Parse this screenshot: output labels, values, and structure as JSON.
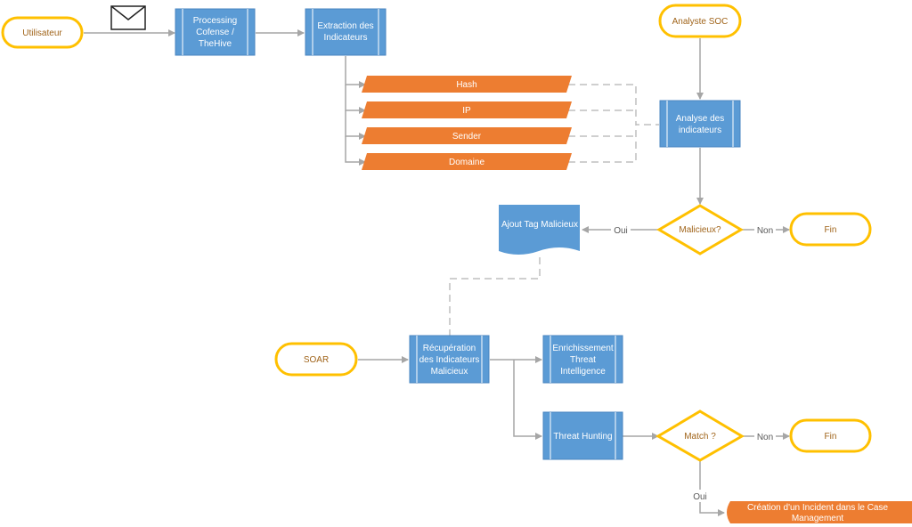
{
  "nodes": {
    "utilisateur": "Utilisateur",
    "processing": [
      "Processing",
      "Cofense /",
      "TheHive"
    ],
    "extraction": [
      "Extraction des",
      "Indicateurs"
    ],
    "hash": "Hash",
    "ip": "IP",
    "sender": "Sender",
    "domaine": "Domaine",
    "analyste_soc": "Analyste SOC",
    "analyse": [
      "Analyse des",
      "indicateurs"
    ],
    "malicieux": "Malicieux?",
    "fin_top": "Fin",
    "ajout_tag": "Ajout Tag Malicieux",
    "soar": "SOAR",
    "recuperation": [
      "Récupération",
      "des Indicateurs",
      "Malicieux"
    ],
    "enrichissement": [
      "Enrichissement",
      "Threat",
      "Intelligence"
    ],
    "threat_hunting": "Threat Hunting",
    "match": "Match ?",
    "fin_bottom": "Fin",
    "creation_incident": [
      "Création d'un Incident dans le Case",
      "Management"
    ]
  },
  "edge_labels": {
    "oui_malicieux": "Oui",
    "non_malicieux": "Non",
    "non_match": "Non",
    "oui_match": "Oui"
  },
  "colors": {
    "process_blue": "#5b9bd5",
    "process_border": "#4a86c0",
    "data_orange": "#ed7d31",
    "terminal_border": "#ffc000",
    "terminal_text": "#a0641a",
    "arrow_gray": "#a6a6a6",
    "dashed_gray": "#bfbfbf"
  },
  "icons": [
    "envelope-icon"
  ]
}
